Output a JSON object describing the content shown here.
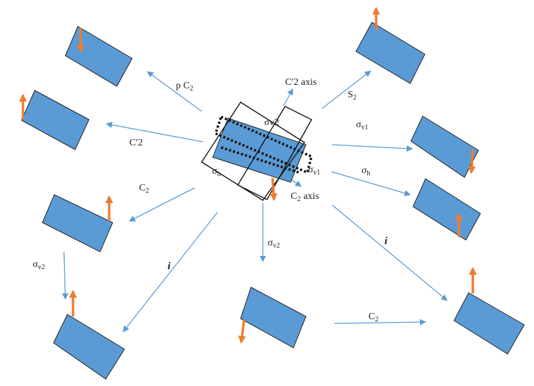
{
  "colors": {
    "block_fill": "#5b9bd5",
    "block_stroke": "#1f1f1f",
    "arrow_vector": "#ed7d31",
    "arrow_line": "#5b9bd5",
    "outline": "#111111"
  },
  "labels": {
    "pC2": "p C",
    "pC2_sub": "2",
    "C2prime_axis": "C′2 axis",
    "S2": "S",
    "S2_sub": "2",
    "C2prime": "C′2",
    "sigma_v2_center": "σv2",
    "sigma_v1_top": "σ",
    "sigma_v1_top_sub": "v1",
    "sigma_v1_center": "σ",
    "sigma_v1_center_sub": "v1",
    "sigma_h_center": "σ",
    "sigma_h_center_sub": "h",
    "sigma_h_right": "σ",
    "sigma_h_right_sub": "h",
    "C2_left": "C",
    "C2_left_sub": "2",
    "C2_axis": "C",
    "C2_axis_sub": "2",
    "C2_axis_word": "axis",
    "sigma_v2_bottom": "σ",
    "sigma_v2_bottom_sub": "v2",
    "sigma_v2_left": "σ",
    "sigma_v2_left_sub": "v2",
    "i_left": "i",
    "i_right": "i",
    "C2_bottom": "C",
    "C2_bottom_sub": "2"
  }
}
